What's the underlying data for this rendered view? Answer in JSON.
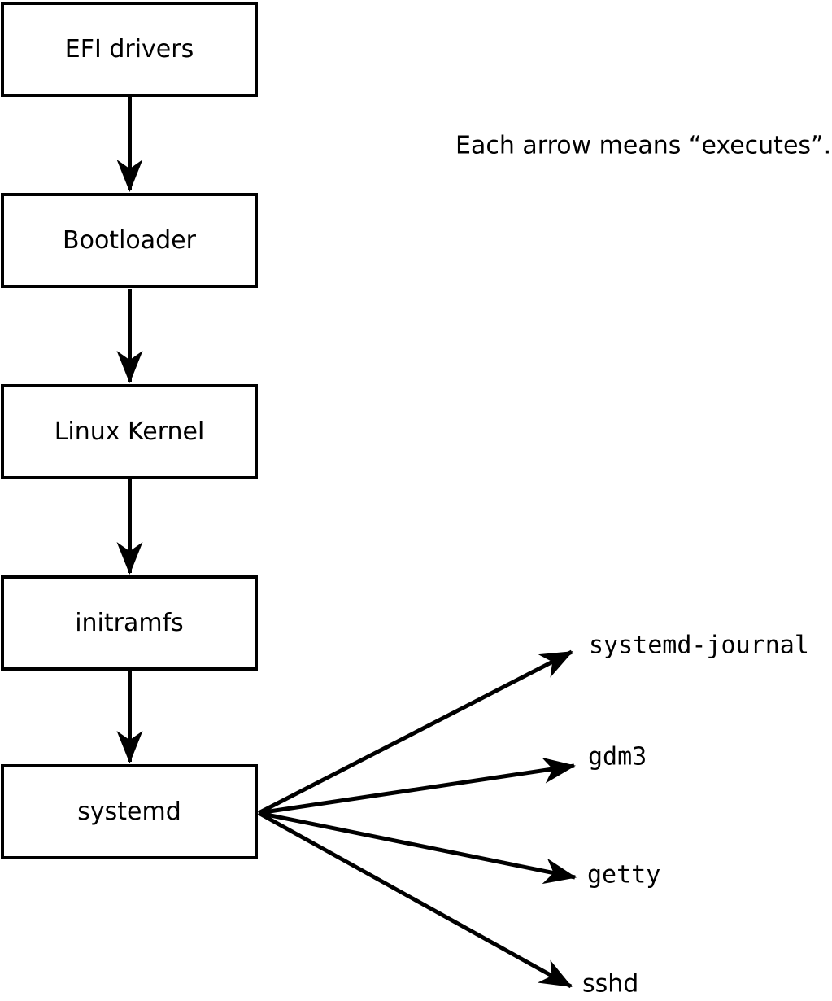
{
  "note": "Each arrow means “executes”.",
  "diagram": {
    "edge_meaning": "executes",
    "chain": [
      "EFI drivers",
      "Bootloader",
      "Linux Kernel",
      "initramfs",
      "systemd"
    ],
    "spawned": [
      "systemd-journal",
      "gdm3",
      "getty",
      "sshd"
    ],
    "edges": [
      {
        "from": "EFI drivers",
        "to": "Bootloader"
      },
      {
        "from": "Bootloader",
        "to": "Linux Kernel"
      },
      {
        "from": "Linux Kernel",
        "to": "initramfs"
      },
      {
        "from": "initramfs",
        "to": "systemd"
      },
      {
        "from": "systemd",
        "to": "systemd-journal"
      },
      {
        "from": "systemd",
        "to": "gdm3"
      },
      {
        "from": "systemd",
        "to": "getty"
      },
      {
        "from": "systemd",
        "to": "sshd"
      }
    ]
  },
  "colors": {
    "stroke": "#000000",
    "background": "#ffffff"
  }
}
